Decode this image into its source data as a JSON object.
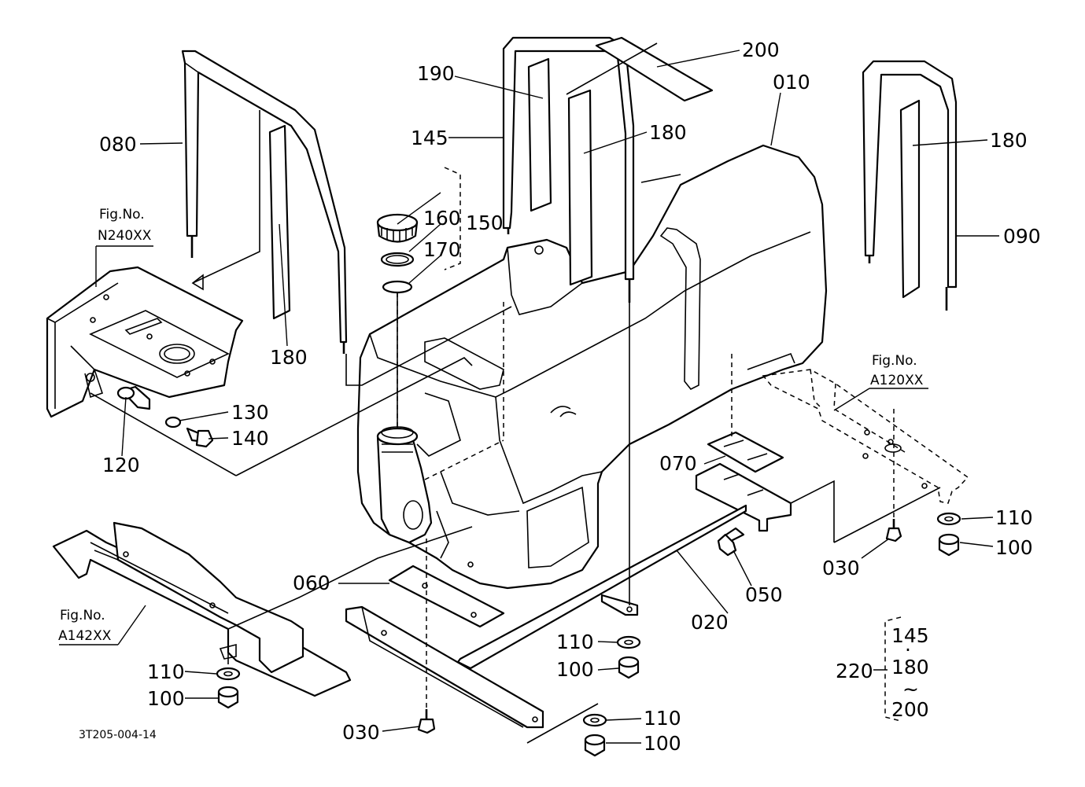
{
  "callouts": [
    {
      "id": "c010",
      "text": "010"
    },
    {
      "id": "c020",
      "text": "020"
    },
    {
      "id": "c030a",
      "text": "030"
    },
    {
      "id": "c030b",
      "text": "030"
    },
    {
      "id": "c050",
      "text": "050"
    },
    {
      "id": "c060",
      "text": "060"
    },
    {
      "id": "c070",
      "text": "070"
    },
    {
      "id": "c080",
      "text": "080"
    },
    {
      "id": "c090",
      "text": "090"
    },
    {
      "id": "c100a",
      "text": "100"
    },
    {
      "id": "c100b",
      "text": "100"
    },
    {
      "id": "c100c",
      "text": "100"
    },
    {
      "id": "c100d",
      "text": "100"
    },
    {
      "id": "c110a",
      "text": "110"
    },
    {
      "id": "c110b",
      "text": "110"
    },
    {
      "id": "c110c",
      "text": "110"
    },
    {
      "id": "c110d",
      "text": "110"
    },
    {
      "id": "c120",
      "text": "120"
    },
    {
      "id": "c130",
      "text": "130"
    },
    {
      "id": "c140",
      "text": "140"
    },
    {
      "id": "c145",
      "text": "145"
    },
    {
      "id": "c150",
      "text": "150"
    },
    {
      "id": "c160",
      "text": "160"
    },
    {
      "id": "c170",
      "text": "170"
    },
    {
      "id": "c180a",
      "text": "180"
    },
    {
      "id": "c180b",
      "text": "180"
    },
    {
      "id": "c180c",
      "text": "180"
    },
    {
      "id": "c190",
      "text": "190"
    },
    {
      "id": "c200",
      "text": "200"
    },
    {
      "id": "c220",
      "text": "220"
    }
  ],
  "kit": {
    "items": [
      "145",
      "180",
      "200"
    ],
    "dot": "·",
    "tilde": "~"
  },
  "fig_refs": [
    {
      "id": "n240",
      "caption": "Fig.No.",
      "code": "N240XX"
    },
    {
      "id": "a120",
      "caption": "Fig.No.",
      "code": "A120XX"
    },
    {
      "id": "a142",
      "caption": "Fig.No.",
      "code": "A142XX"
    }
  ],
  "drawing_number": "3T205-004-14"
}
